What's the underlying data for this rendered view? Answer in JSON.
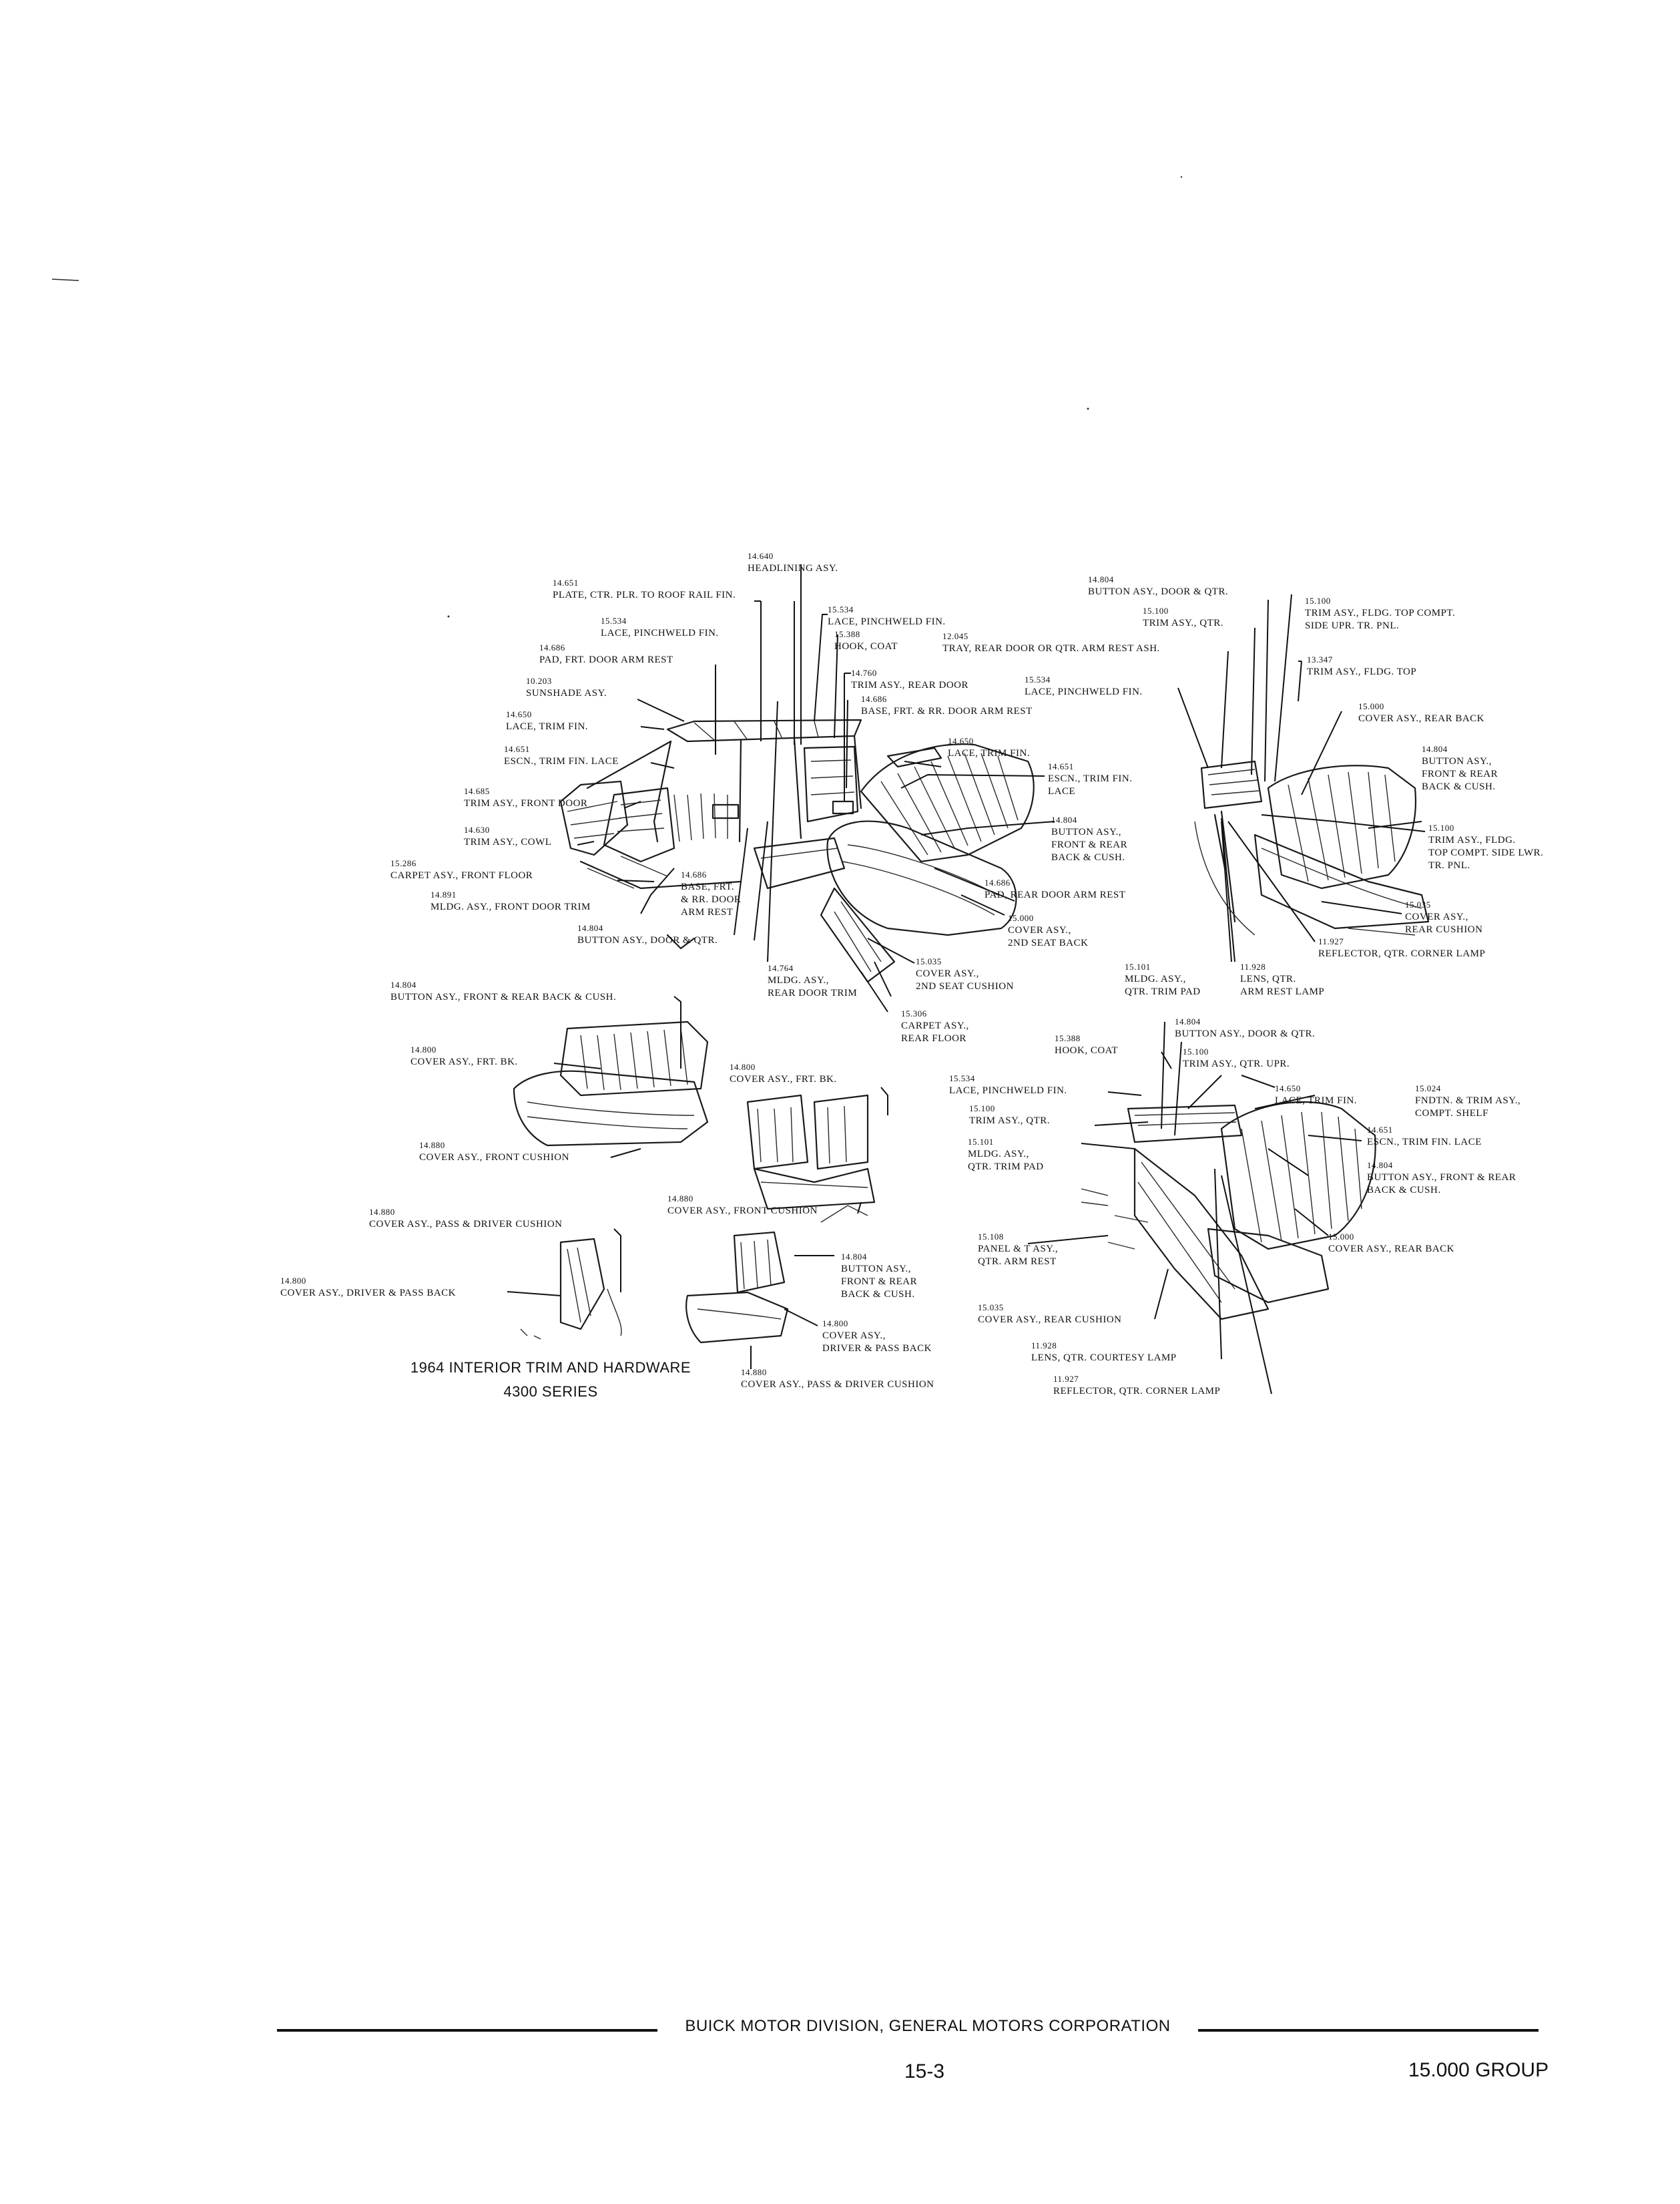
{
  "caption": {
    "line1": "1964 INTERIOR TRIM AND HARDWARE",
    "line2": "4300 SERIES"
  },
  "footer": {
    "division": "BUICK MOTOR DIVISION, GENERAL MOTORS CORPORATION",
    "page_number": "15-3",
    "group": "15.000 GROUP"
  },
  "labels": {
    "headlining": {
      "num": "14.640",
      "text": "HEADLINING ASY."
    },
    "plate_ctr_plr": {
      "num": "14.651",
      "text": "PLATE, CTR. PLR. TO ROOF RAIL FIN."
    },
    "lace_pinchweld_1": {
      "num": "15.534",
      "text": "LACE, PINCHWELD FIN."
    },
    "lace_pinchweld_2": {
      "num": "15.534",
      "text": "LACE, PINCHWELD FIN."
    },
    "hook_coat_1": {
      "num": "15.388",
      "text": "HOOK, COAT"
    },
    "tray": {
      "num": "12.045",
      "text": "TRAY, REAR DOOR OR QTR. ARM REST ASH."
    },
    "pad_frt_door": {
      "num": "14.686",
      "text": "PAD, FRT. DOOR ARM REST"
    },
    "trim_rear_door": {
      "num": "14.760",
      "text": "TRIM ASY., REAR DOOR"
    },
    "base_frt_rr": {
      "num": "14.686",
      "text": "BASE, FRT. & RR. DOOR ARM REST"
    },
    "lace_pinchweld_3": {
      "num": "15.534",
      "text": "LACE, PINCHWELD FIN."
    },
    "sunshade": {
      "num": "10.203",
      "text": "SUNSHADE ASY."
    },
    "lace_trim_fin_1": {
      "num": "14.650",
      "text": "LACE, TRIM FIN."
    },
    "escn_trim_fin_lace_1": {
      "num": "14.651",
      "text": "ESCN., TRIM FIN. LACE"
    },
    "lace_trim_fin_2": {
      "num": "14.650",
      "text": "LACE, TRIM FIN."
    },
    "escn_trim_fin_lace_2": {
      "num": "14.651",
      "text1": "ESCN., TRIM FIN.",
      "text2": "LACE"
    },
    "trim_front_door": {
      "num": "14.685",
      "text": "TRIM ASY., FRONT DOOR"
    },
    "trim_cowl": {
      "num": "14.630",
      "text": "TRIM ASY., COWL"
    },
    "carpet_front": {
      "num": "15.286",
      "text": "CARPET ASY., FRONT FLOOR"
    },
    "mldg_front_door": {
      "num": "14.891",
      "text": "MLDG. ASY., FRONT DOOR TRIM"
    },
    "base_frt_rr_arm": {
      "num": "14.686",
      "text1": "BASE, FRT.",
      "text2": "& RR. DOOR",
      "text3": "ARM REST"
    },
    "button_door_qtr_1": {
      "num": "14.804",
      "text": "BUTTON ASY., DOOR & QTR."
    },
    "button_frt_rear_1": {
      "num": "14.804",
      "text1": "BUTTON ASY.,",
      "text2": "FRONT & REAR",
      "text3": "BACK & CUSH."
    },
    "pad_rear_door": {
      "num": "14.686",
      "text": "PAD, REAR DOOR ARM REST"
    },
    "cover_2nd_back": {
      "num": "15.000",
      "text1": "COVER ASY.,",
      "text2": "2ND SEAT BACK"
    },
    "cover_2nd_cushion": {
      "num": "15.035",
      "text1": "COVER ASY.,",
      "text2": "2ND SEAT CUSHION"
    },
    "mldg_rear_door": {
      "num": "14.764",
      "text1": "MLDG. ASY.,",
      "text2": "REAR DOOR TRIM"
    },
    "carpet_rear": {
      "num": "15.306",
      "text1": "CARPET ASY.,",
      "text2": "REAR FLOOR"
    },
    "button_door_qtr_tr": {
      "num": "14.804",
      "text": "BUTTON ASY., DOOR & QTR."
    },
    "trim_qtr_1": {
      "num": "15.100",
      "text": "TRIM ASY., QTR."
    },
    "trim_fldg_top_compt": {
      "num": "15.100",
      "text1": "TRIM ASY., FLDG. TOP COMPT.",
      "text2": "SIDE UPR. TR. PNL."
    },
    "trim_fldg_top": {
      "num": "13.347",
      "text": "TRIM ASY., FLDG. TOP"
    },
    "cover_rear_back_1": {
      "num": "15.000",
      "text": "COVER ASY., REAR BACK"
    },
    "button_frt_rear_2": {
      "num": "14.804",
      "text1": "BUTTON ASY.,",
      "text2": "FRONT & REAR",
      "text3": "BACK & CUSH."
    },
    "trim_fldg_lwr": {
      "num": "15.100",
      "text1": "TRIM ASY., FLDG.",
      "text2": "TOP COMPT. SIDE LWR.",
      "text3": "TR. PNL."
    },
    "cover_rear_cushion_1": {
      "num": "15.035",
      "text1": "COVER ASY.,",
      "text2": "REAR CUSHION"
    },
    "reflector_1": {
      "num": "11.927",
      "text": "REFLECTOR, QTR. CORNER LAMP"
    },
    "mldg_qtr_trim_pad_1": {
      "num": "15.101",
      "text1": "MLDG. ASY.,",
      "text2": "QTR. TRIM PAD"
    },
    "lens_arm_rest": {
      "num": "11.928",
      "text1": "LENS, QTR.",
      "text2": "ARM REST LAMP"
    },
    "button_frt_rear_left": {
      "num": "14.804",
      "text": "BUTTON ASY., FRONT & REAR BACK & CUSH."
    },
    "cover_frt_bk_1": {
      "num": "14.800",
      "text": "COVER ASY., FRT. BK."
    },
    "cover_front_cushion_1": {
      "num": "14.880",
      "text": "COVER ASY., FRONT CUSHION"
    },
    "cover_frt_bk_2": {
      "num": "14.800",
      "text": "COVER ASY., FRT. BK."
    },
    "cover_front_cushion_2": {
      "num": "14.880",
      "text": "COVER ASY., FRONT CUSHION"
    },
    "cover_pass_driver_cushion_1": {
      "num": "14.880",
      "text": "COVER ASY., PASS & DRIVER CUSHION"
    },
    "cover_driver_pass_back_1": {
      "num": "14.800",
      "text": "COVER ASY., DRIVER & PASS BACK"
    },
    "button_frt_rear_3": {
      "num": "14.804",
      "text1": "BUTTON ASY.,",
      "text2": "FRONT & REAR",
      "text3": "BACK & CUSH."
    },
    "cover_driver_pass_back_2": {
      "num": "14.800",
      "text1": "COVER ASY.,",
      "text2": "DRIVER & PASS BACK"
    },
    "cover_pass_driver_cushion_2": {
      "num": "14.880",
      "text": "COVER ASY., PASS & DRIVER CUSHION"
    },
    "button_door_qtr_br": {
      "num": "14.804",
      "text": "BUTTON ASY., DOOR & QTR."
    },
    "hook_coat_2": {
      "num": "15.388",
      "text": "HOOK, COAT"
    },
    "trim_qtr_upr": {
      "num": "15.100",
      "text": "TRIM ASY., QTR. UPR."
    },
    "lace_pinchweld_4": {
      "num": "15.534",
      "text": "LACE, PINCHWELD FIN."
    },
    "lace_trim_fin_3": {
      "num": "14.650",
      "text": "LACE, TRIM FIN."
    },
    "fndtn_trim": {
      "num": "15.024",
      "text1": "FNDTN. & TRIM ASY.,",
      "text2": "COMPT. SHELF"
    },
    "trim_qtr_2": {
      "num": "15.100",
      "text": "TRIM ASY., QTR."
    },
    "escn_trim_fin_lace_3": {
      "num": "14.651",
      "text": "ESCN., TRIM FIN. LACE"
    },
    "mldg_qtr_trim_pad_2": {
      "num": "15.101",
      "text1": "MLDG. ASY.,",
      "text2": "QTR. TRIM PAD"
    },
    "button_frt_rear_4": {
      "num": "14.804",
      "text1": "BUTTON ASY., FRONT & REAR",
      "text2": "BACK & CUSH."
    },
    "panel_arm_rest": {
      "num": "15.108",
      "text1": "PANEL & T ASY.,",
      "text2": "QTR. ARM REST"
    },
    "cover_rear_back_2": {
      "num": "15.000",
      "text": "COVER ASY., REAR BACK"
    },
    "cover_rear_cushion_2": {
      "num": "15.035",
      "text": "COVER ASY., REAR CUSHION"
    },
    "lens_courtesy": {
      "num": "11.928",
      "text": "LENS, QTR. COURTESY LAMP"
    },
    "reflector_2": {
      "num": "11.927",
      "text": "REFLECTOR, QTR. CORNER LAMP"
    }
  }
}
